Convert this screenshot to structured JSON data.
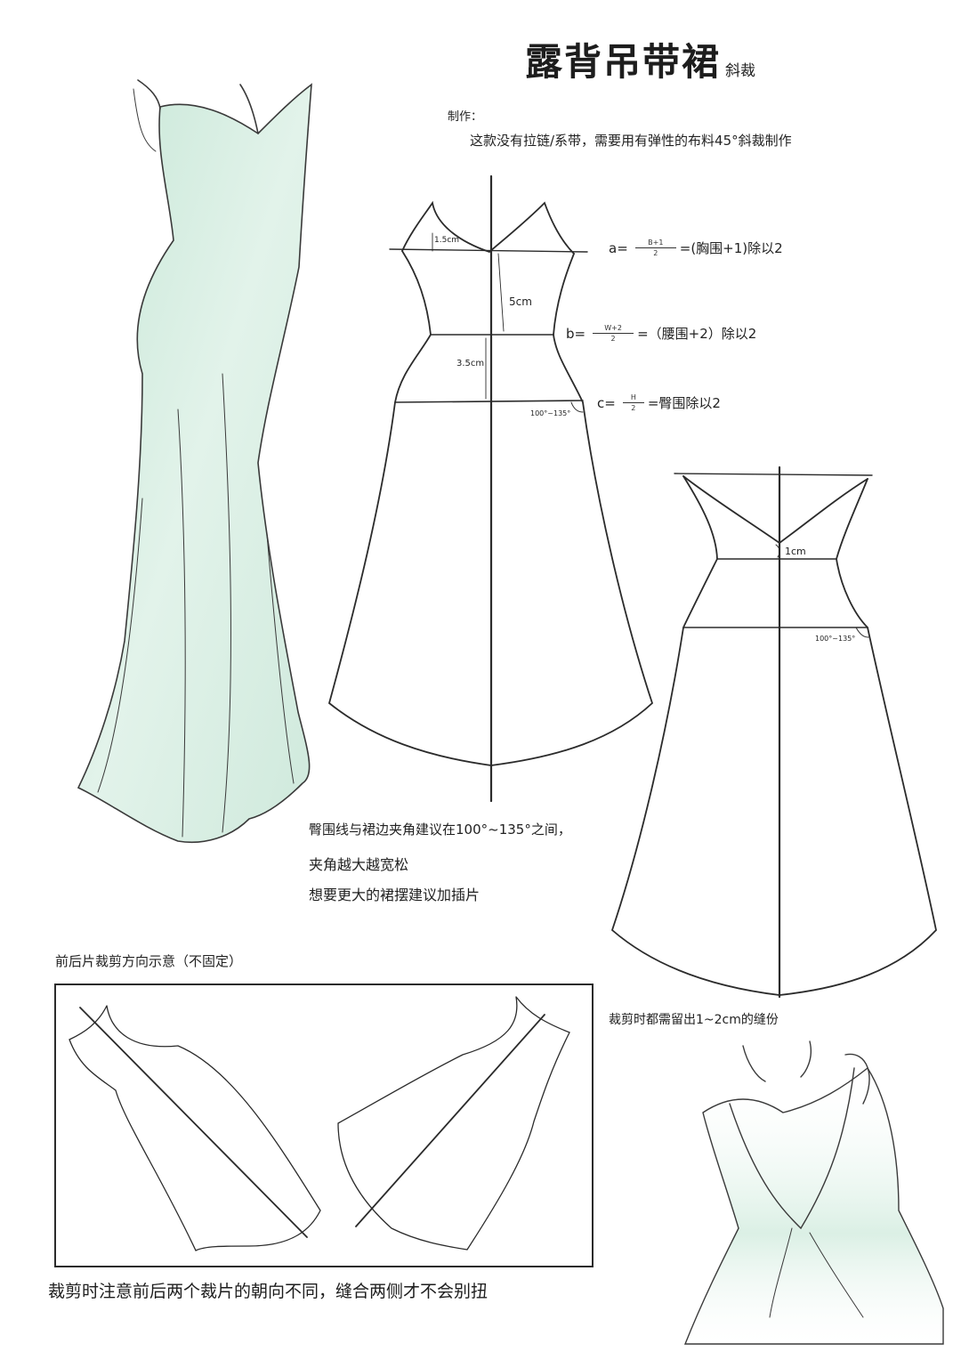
{
  "title": {
    "main": "露背吊带裙",
    "sub": "斜裁"
  },
  "intro": {
    "label": "制作：",
    "text": "这款没有拉链/系带，需要用有弹性的布料45°斜裁制作"
  },
  "front_pattern": {
    "strap_height": "1.5cm",
    "bust_to_waist": "5cm",
    "waist_to_hip": "3.5cm",
    "angle_range": "100°~135°"
  },
  "formulas": [
    {
      "label": "a=",
      "num": "B+1",
      "den": "2",
      "text": "=(胸围+1)除以2"
    },
    {
      "label": "b=",
      "num": "W+2",
      "den": "2",
      "text": "=（腰围+2）除以2"
    },
    {
      "label": "c=",
      "num": "H",
      "den": "2",
      "text": "=臀围除以2"
    }
  ],
  "back_pattern": {
    "drop": "1cm",
    "angle_range": "100°~135°"
  },
  "notes": [
    "臀围线与裙边夹角建议在100°~135°之间，",
    "夹角越大越宽松",
    "想要更大的裙摆建议加插片"
  ],
  "cut_direction": {
    "title": "前后片裁剪方向示意（不固定）",
    "warning": "裁剪时注意前后两个裁片的朝向不同，缝合两侧才不会别扭"
  },
  "seam_note": "裁剪时都需留出1~2cm的缝份",
  "colors": {
    "fabric_mint": "#cfe9dc",
    "line": "#2b2b2b"
  },
  "illustrations": [
    "dress-side-view",
    "dress-back-view"
  ]
}
